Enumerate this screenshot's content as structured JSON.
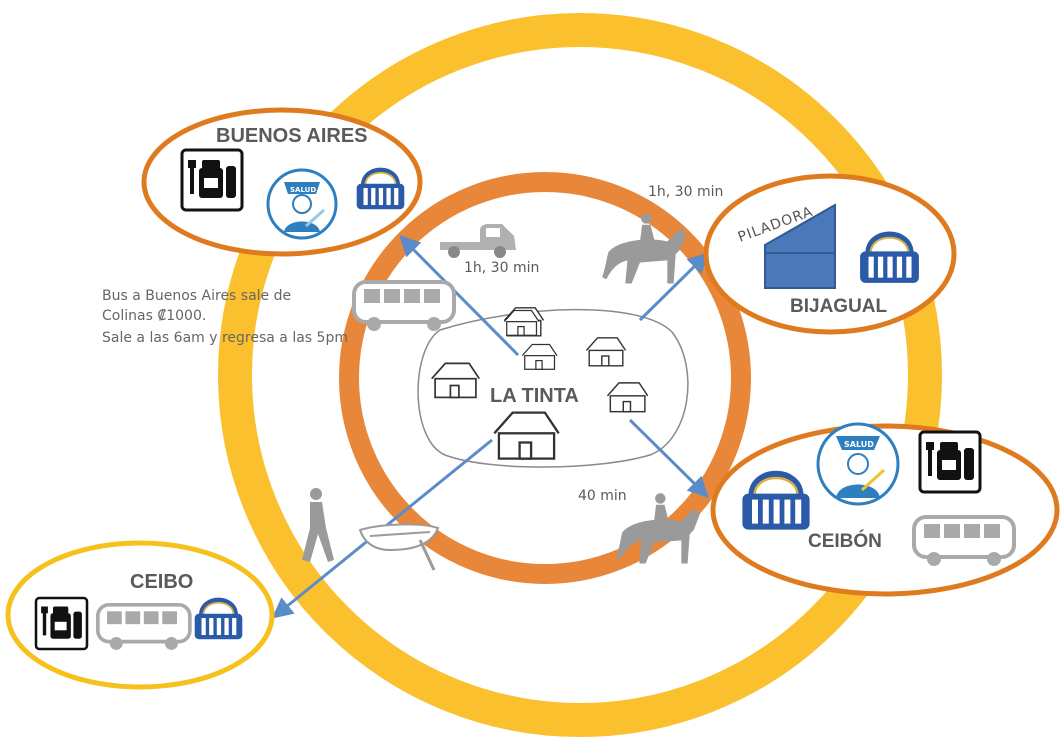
{
  "places": {
    "center": "LA TINTA",
    "buenos_aires": "BUENOS AIRES",
    "bijagual": "BIJAGUAL",
    "ceibon": "CEIBÓN",
    "ceibo": "CEIBO"
  },
  "times": {
    "buenos_aires": "1h, 30 min",
    "bijagual": "1h, 30 min",
    "ceibon": "40 min"
  },
  "bus_note": {
    "line1": "Bus a Buenos Aires  sale de",
    "line2": "Colinas  ₡1000.",
    "line3": "Sale a las 6am y regresa a las 5pm"
  },
  "icon_text": {
    "salud": "SALUD",
    "piladora": "PILADORA"
  },
  "colors": {
    "outer_ring": "#fbc02d",
    "inner_ring": "#e8873a",
    "ellipse_orange": "#e07a1f",
    "ellipse_yellow": "#f7c11d",
    "arrow": "#5b8cc9",
    "salud_blue": "#2e7fbf",
    "basket_blue": "#2a5aa8",
    "piladora_blue": "#4a78b8",
    "gray_icon": "#9a9a9a"
  }
}
